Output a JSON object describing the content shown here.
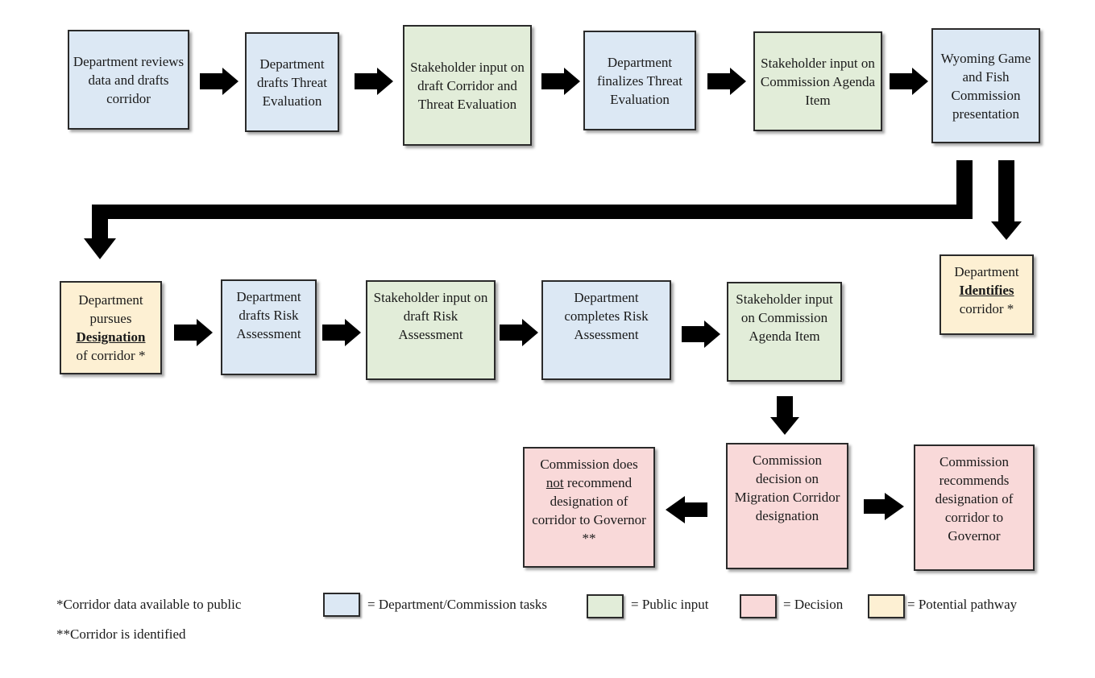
{
  "row1": [
    {
      "id": "reviews",
      "text": "Department reviews data and drafts corridor"
    },
    {
      "id": "drafts-threat",
      "text": "Department drafts Threat Evaluation"
    },
    {
      "id": "stake-draft",
      "text": "Stakeholder input on draft Corridor and Threat Evaluation"
    },
    {
      "id": "finalizes",
      "text": "Department finalizes Threat Evaluation"
    },
    {
      "id": "stake-agenda-1",
      "text": "Stakeholder input on Commission Agenda Item"
    },
    {
      "id": "presentation",
      "text": "Wyoming Game and Fish Commission presentation"
    }
  ],
  "identifies": {
    "pre": "Department",
    "bold": "Identifies",
    "post": "corridor *"
  },
  "designation": {
    "pre": "Department pursues",
    "bold": "Designation",
    "post": "of corridor *"
  },
  "row2": [
    {
      "id": "drafts-risk",
      "text": "Department drafts Risk Assessment"
    },
    {
      "id": "stake-risk",
      "text": "Stakeholder input on draft Risk Assessment"
    },
    {
      "id": "completes-risk",
      "text": "Department completes Risk Assessment"
    },
    {
      "id": "stake-agenda-2",
      "text": "Stakeholder input on Commission Agenda Item"
    }
  ],
  "decision": {
    "text": "Commission decision on Migration Corridor designation"
  },
  "not_recommend": {
    "pre": "Commission does",
    "underlined": "not",
    "post": "recommend designation of corridor to Governor **"
  },
  "recommends": {
    "text": "Commission recommends designation of corridor to Governor"
  },
  "legend": [
    {
      "label": "= Department/Commission tasks",
      "color": "#dce8f4"
    },
    {
      "label": "= Public input",
      "color": "#e2edd9"
    },
    {
      "label": "= Decision",
      "color": "#f9d9d9"
    },
    {
      "label": "= Potential pathway",
      "color": "#fdf0d3"
    }
  ],
  "notes": {
    "single": "*Corridor data available to public",
    "double": "**Corridor is identified"
  },
  "colors": {
    "blue": "#dce8f4",
    "green": "#e2edd9",
    "pink": "#f9d9d9",
    "yellow": "#fdf0d3",
    "arrow": "#000000"
  }
}
